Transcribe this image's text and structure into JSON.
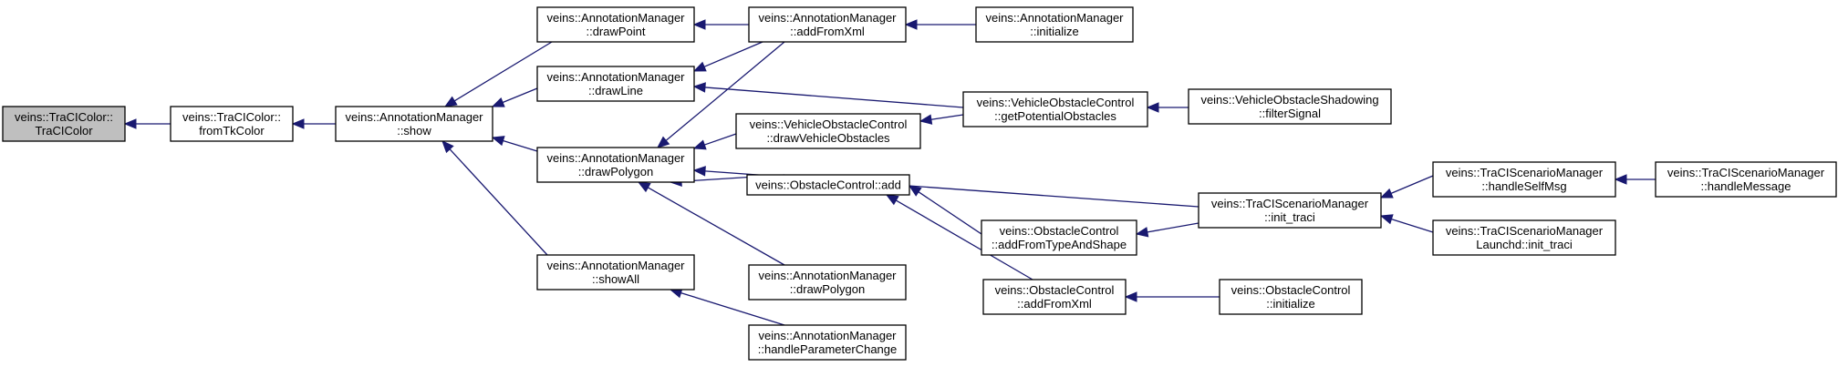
{
  "diagram": {
    "colors": {
      "edge": "#191970",
      "node_fill": "#ffffff",
      "root_fill": "#bfbfbf",
      "border": "#000000"
    },
    "nodes": [
      {
        "id": "traci-color-ctor",
        "lines": [
          "veins::TraCIColor::",
          "TraCIColor"
        ],
        "root": true
      },
      {
        "id": "from-tk-color",
        "lines": [
          "veins::TraCIColor::",
          "fromTkColor"
        ]
      },
      {
        "id": "am-show",
        "lines": [
          "veins::AnnotationManager",
          "::show"
        ]
      },
      {
        "id": "am-draw-point",
        "lines": [
          "veins::AnnotationManager",
          "::drawPoint"
        ]
      },
      {
        "id": "am-draw-line",
        "lines": [
          "veins::AnnotationManager",
          "::drawLine"
        ]
      },
      {
        "id": "am-draw-polygon",
        "lines": [
          "veins::AnnotationManager",
          "::drawPolygon"
        ]
      },
      {
        "id": "am-show-all",
        "lines": [
          "veins::AnnotationManager",
          "::showAll"
        ]
      },
      {
        "id": "am-add-from-xml",
        "lines": [
          "veins::AnnotationManager",
          "::addFromXml"
        ]
      },
      {
        "id": "voc-draw-vehicle-obstacles",
        "lines": [
          "veins::VehicleObstacleControl",
          "::drawVehicleObstacles"
        ]
      },
      {
        "id": "oc-add",
        "lines": [
          "veins::ObstacleControl::add"
        ]
      },
      {
        "id": "am-draw-polygon-2",
        "lines": [
          "veins::AnnotationManager",
          "::drawPolygon"
        ]
      },
      {
        "id": "am-handle-parameter-change",
        "lines": [
          "veins::AnnotationManager",
          "::handleParameterChange"
        ]
      },
      {
        "id": "am-initialize",
        "lines": [
          "veins::AnnotationManager",
          "::initialize"
        ]
      },
      {
        "id": "voc-get-potential-obstacles",
        "lines": [
          "veins::VehicleObstacleControl",
          "::getPotentialObstacles"
        ]
      },
      {
        "id": "oc-add-from-type-and-shape",
        "lines": [
          "veins::ObstacleControl",
          "::addFromTypeAndShape"
        ]
      },
      {
        "id": "oc-add-from-xml",
        "lines": [
          "veins::ObstacleControl",
          "::addFromXml"
        ]
      },
      {
        "id": "vos-filter-signal",
        "lines": [
          "veins::VehicleObstacleShadowing",
          "::filterSignal"
        ]
      },
      {
        "id": "tsm-init-traci",
        "lines": [
          "veins::TraCIScenarioManager",
          "::init_traci"
        ]
      },
      {
        "id": "oc-initialize",
        "lines": [
          "veins::ObstacleControl",
          "::initialize"
        ]
      },
      {
        "id": "tsm-handle-self-msg",
        "lines": [
          "veins::TraCIScenarioManager",
          "::handleSelfMsg"
        ]
      },
      {
        "id": "tsml-init-traci",
        "lines": [
          "veins::TraCIScenarioManager",
          "Launchd::init_traci"
        ]
      },
      {
        "id": "tsm-handle-message",
        "lines": [
          "veins::TraCIScenarioManager",
          "::handleMessage"
        ]
      }
    ]
  }
}
